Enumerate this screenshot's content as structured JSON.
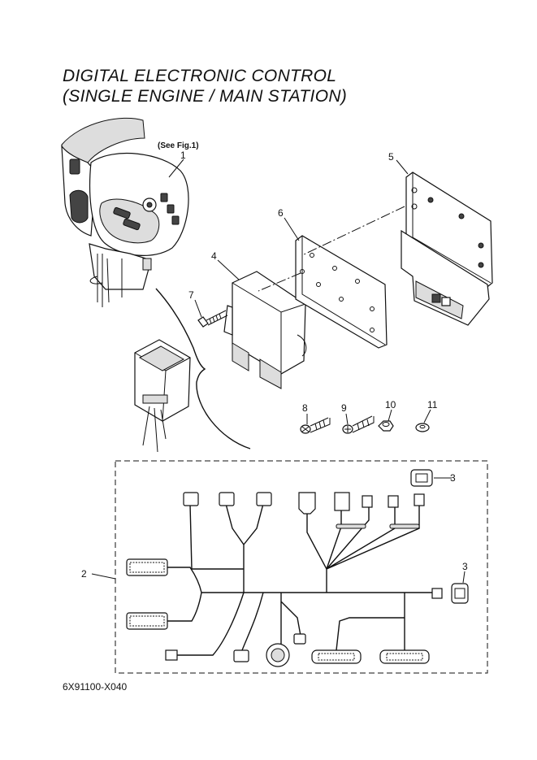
{
  "title_line1": "DIGITAL ELECTRONIC CONTROL",
  "title_line2": "(SINGLE ENGINE / MAIN STATION)",
  "see_fig": "(See Fig.1)",
  "callouts": {
    "c1": "1",
    "c2": "2",
    "c3a": "3",
    "c3b": "3",
    "c4": "4",
    "c5": "5",
    "c6": "6",
    "c7": "7",
    "c8": "8",
    "c9": "9",
    "c10": "10",
    "c11": "11"
  },
  "drawing_code": "6X91100-X040"
}
